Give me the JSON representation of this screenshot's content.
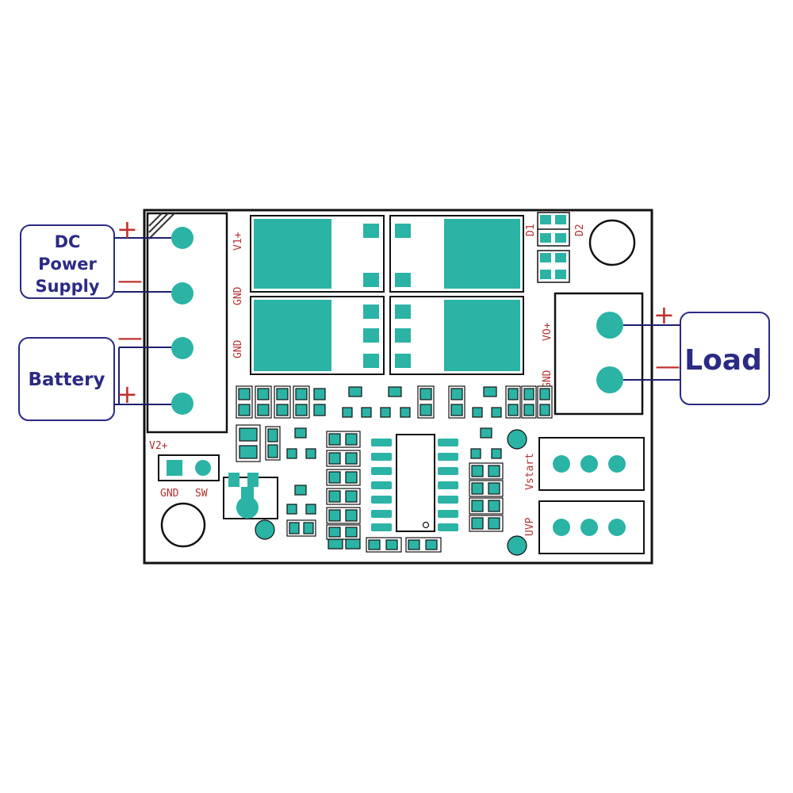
{
  "colors": {
    "board_outline": "#111111",
    "pad_teal": "#2bb3a5",
    "pad_teal_dark": "#1f9e92",
    "silk_text_red": "#b23030",
    "label_navy": "#2b2a84",
    "sign_red": "#c0332f",
    "wire_navy": "#1d1f6e"
  },
  "labels": {
    "dc_power_supply": [
      "DC",
      "Power",
      "Supply"
    ],
    "battery": "Battery",
    "load": "Load"
  },
  "signs": {
    "dc_plus": "+",
    "dc_minus": "—",
    "bat_minus": "—",
    "bat_plus": "+",
    "load_plus": "+",
    "load_minus": "—"
  },
  "silkscreen": {
    "v1_plus": "V1+",
    "gnd_1": "GND",
    "gnd_2": "GND",
    "vo_plus": "VO+",
    "gnd_out": "GND",
    "d1": "D1",
    "d2": "D2",
    "v2_plus": "V2+",
    "gnd_sw": "GND",
    "sw": "SW",
    "vstart": "Vstart",
    "uvp": "UVP"
  }
}
